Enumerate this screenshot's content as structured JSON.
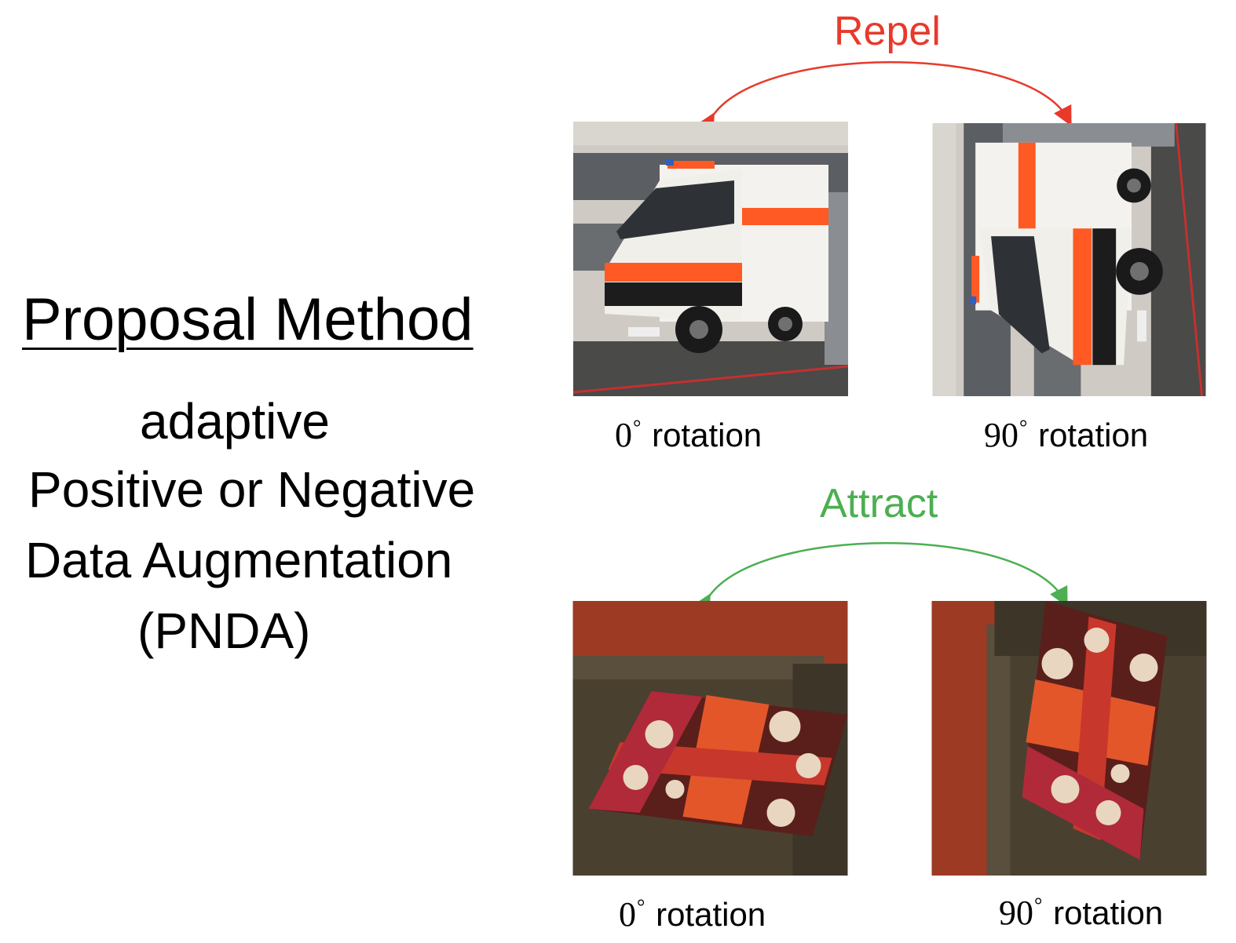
{
  "title": "Proposal Method",
  "subtitle": {
    "line1": "adaptive",
    "line2": "Positive or Negative",
    "line3": "Data Augmentation",
    "line4": "(PNDA)"
  },
  "top_pair": {
    "relation_label": "Repel",
    "relation_color": "#e8392b",
    "left_caption_num": "0",
    "left_caption_text": "rotation",
    "right_caption_num": "90",
    "right_caption_text": "rotation",
    "degree_symbol": "°"
  },
  "bottom_pair": {
    "relation_label": "Attract",
    "relation_color": "#4caf50",
    "left_caption_num": "0",
    "left_caption_text": "rotation",
    "right_caption_num": "90",
    "right_caption_text": "rotation",
    "degree_symbol": "°"
  },
  "images": {
    "top_left": "ambulance-photo",
    "top_right": "ambulance-photo-rotated-90",
    "bottom_left": "cushion-photo",
    "bottom_right": "cushion-photo-rotated-90"
  }
}
